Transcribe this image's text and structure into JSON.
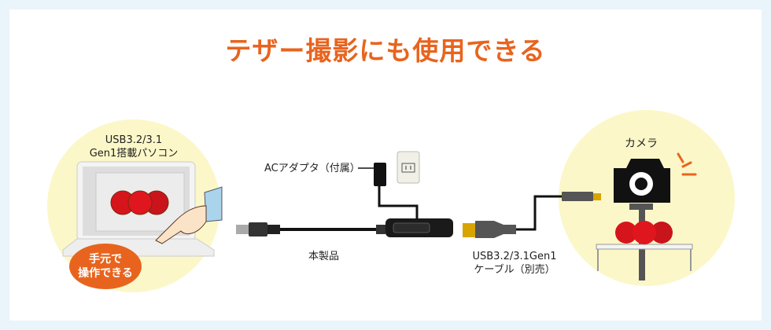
{
  "title": "テザー撮影にも使用できる",
  "pc": {
    "label_line1": "USB3.2/3.1",
    "label_line2": "Gen1搭載パソコン"
  },
  "bubble": {
    "line1": "手元で",
    "line2": "操作できる"
  },
  "adapter_label": "ACアダプタ（付属）",
  "product_label": "本製品",
  "cable": {
    "line1": "USB3.2/3.1Gen1",
    "line2": "ケーブル（別売）"
  },
  "camera_label": "カメラ",
  "colors": {
    "accent": "#e8641e",
    "circle": "#fbf7c8",
    "background": "#e9f4fb"
  }
}
